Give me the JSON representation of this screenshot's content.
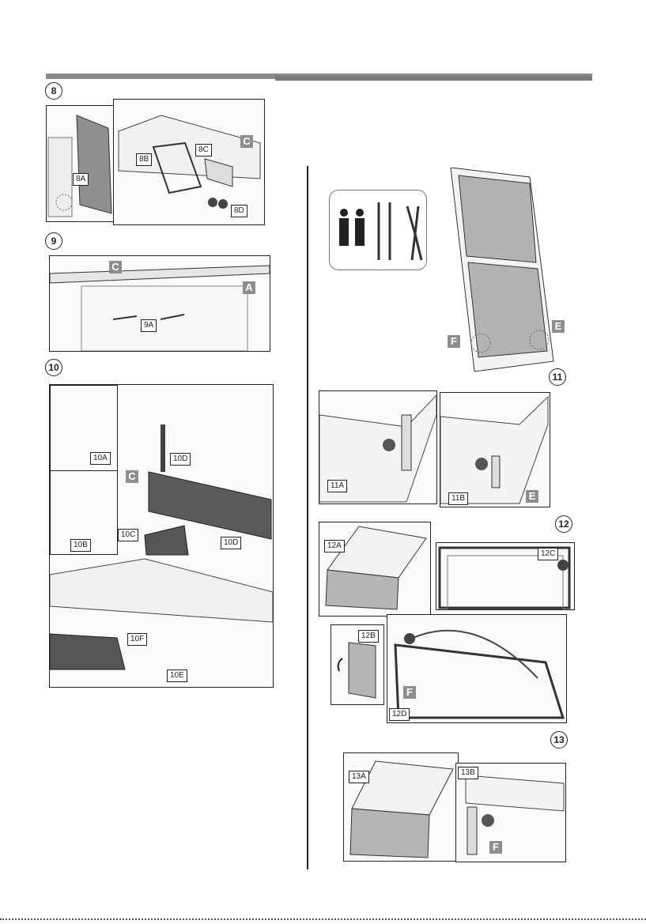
{
  "steps": {
    "s8": "8",
    "s9": "9",
    "s10": "10",
    "s11": "11",
    "s12": "12",
    "s13": "13"
  },
  "labels": {
    "l8A": "8A",
    "l8B": "8B",
    "l8C": "8C",
    "l8D": "8D",
    "l9A": "9A",
    "l10A": "10A",
    "l10B": "10B",
    "l10C": "10C",
    "l10D_top": "10D",
    "l10D_side": "10D",
    "l10E": "10E",
    "l10F": "10F",
    "l11A": "11A",
    "l11B": "11B",
    "l12A": "12A",
    "l12B": "12B",
    "l12C": "12C",
    "l12D": "12D",
    "l13A": "13A",
    "l13B": "13B"
  },
  "letters": {
    "c8": "C",
    "c9": "C",
    "a9": "A",
    "c10": "C",
    "e11": "E",
    "f11": "F",
    "e11b": "E",
    "f12d": "F",
    "f13b": "F"
  },
  "icons": [
    "two-persons-icon",
    "screwdriver-icon",
    "pliers-icon"
  ]
}
